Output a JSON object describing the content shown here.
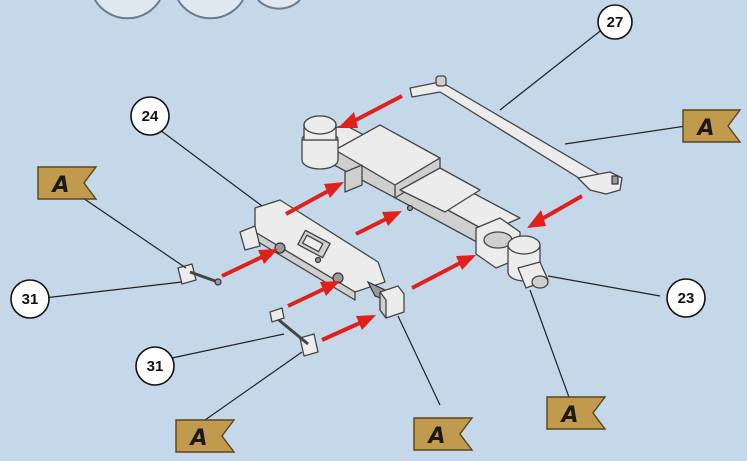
{
  "callouts": {
    "c27": "27",
    "c24": "24",
    "c31_top": "31",
    "c31_bottom": "31",
    "c23": "23"
  },
  "flags": {
    "flag_right": "A",
    "flag_left": "A",
    "flag_bottom_left": "A",
    "flag_bottom_center": "A",
    "flag_bottom_right": "A"
  },
  "colors": {
    "background": "#c5d8ea",
    "arrow": "#e0201b",
    "flag": "#c19a4e"
  }
}
